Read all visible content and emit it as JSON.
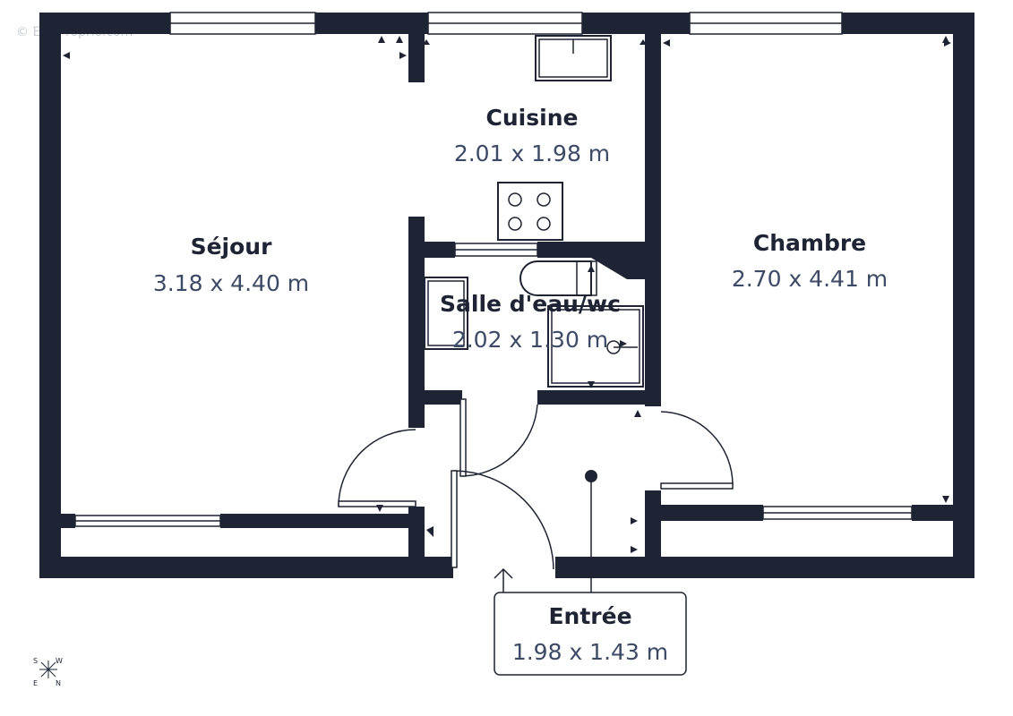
{
  "watermark": "© EtreProprio.com",
  "rooms": [
    {
      "id": "sejour",
      "name": "Séjour",
      "dimensions": "3.18 x 4.40 m"
    },
    {
      "id": "cuisine",
      "name": "Cuisine",
      "dimensions": "2.01 x 1.98 m"
    },
    {
      "id": "chambre",
      "name": "Chambre",
      "dimensions": "2.70 x 4.41 m"
    },
    {
      "id": "salle-eau",
      "name": "Salle d'eau/wc",
      "dimensions": "2.02 x 1.30 m"
    },
    {
      "id": "entree",
      "name": "Entrée",
      "dimensions": "1.98 x 1.43 m"
    }
  ],
  "compass": {
    "n": "N",
    "s": "S",
    "e": "E",
    "w": "W"
  },
  "colors": {
    "wall": "#1e2433",
    "text": "#1e2433",
    "dimension_text": "#3c4a66",
    "background": "#ffffff"
  }
}
